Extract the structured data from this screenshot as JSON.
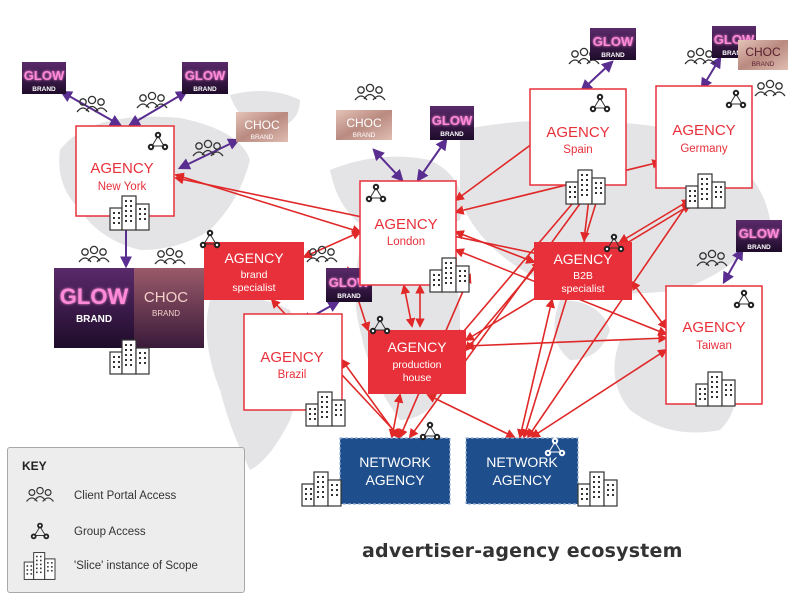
{
  "colors": {
    "agency_red": "#e8303a",
    "agency_fill_solid": "#e8303a",
    "network_blue": "#1f4e8c",
    "arrow_red": "#e02828",
    "arrow_purple": "#6a3aa2",
    "glow_bg": "#3a1a4a",
    "glow_text": "#ff8ad8",
    "choc_bg": "#caa59c"
  },
  "brands": {
    "glow": {
      "name": "GLOW",
      "sub": "BRAND"
    },
    "choc": {
      "name": "CHOC",
      "sub": "BRAND"
    }
  },
  "agencies": {
    "new_york": {
      "title": "AGENCY",
      "subtitle": "New York"
    },
    "london": {
      "title": "AGENCY",
      "subtitle": "London"
    },
    "spain": {
      "title": "AGENCY",
      "subtitle": "Spain"
    },
    "germany": {
      "title": "AGENCY",
      "subtitle": "Germany"
    },
    "brand_specialist": {
      "title": "AGENCY",
      "subtitle1": "brand",
      "subtitle2": "specialist"
    },
    "b2b_specialist": {
      "title": "AGENCY",
      "subtitle1": "B2B",
      "subtitle2": "specialist"
    },
    "brazil": {
      "title": "AGENCY",
      "subtitle": "Brazil"
    },
    "production_house": {
      "title": "AGENCY",
      "subtitle1": "production",
      "subtitle2": "house"
    },
    "taiwan": {
      "title": "AGENCY",
      "subtitle": "Taiwan"
    }
  },
  "network_agencies": [
    {
      "line1": "NETWORK",
      "line2": "AGENCY"
    },
    {
      "line1": "NETWORK",
      "line2": "AGENCY"
    }
  ],
  "key": {
    "title": "KEY",
    "items": [
      {
        "label": "Client Portal Access",
        "icon": "client-portal-icon"
      },
      {
        "label": "Group Access",
        "icon": "group-access-icon"
      },
      {
        "label": "'Slice' instance of Scope",
        "icon": "slice-building-icon"
      }
    ]
  },
  "caption": "advertiser-agency ecosystem"
}
